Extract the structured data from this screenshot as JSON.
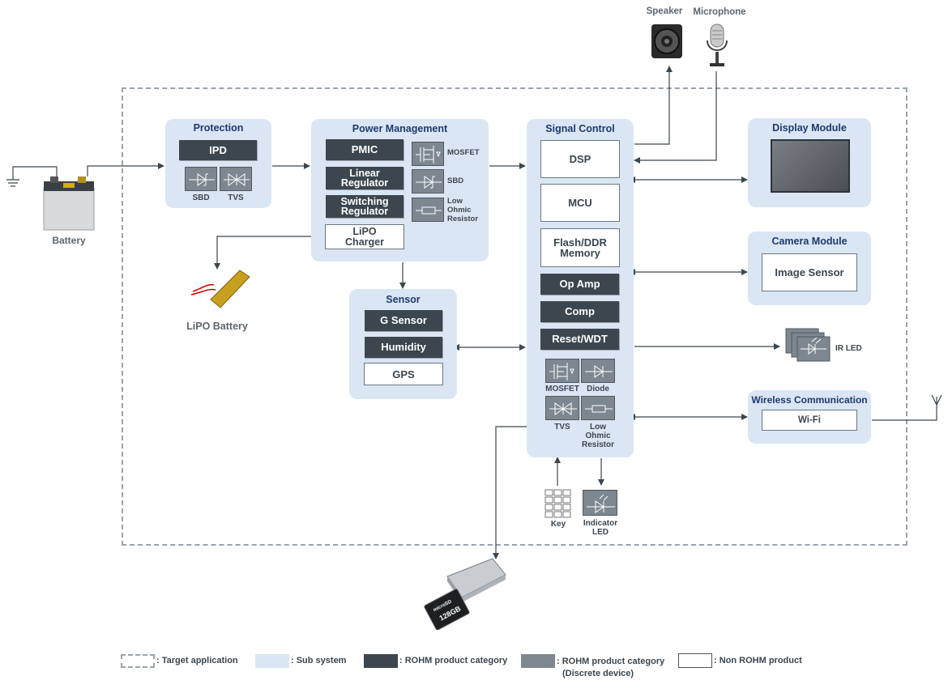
{
  "legend": {
    "target": ": Target application",
    "subsystem": ": Sub system",
    "rohm": ": ROHM product category",
    "rohm_discrete": ": ROHM product category",
    "rohm_discrete_sub": "(Discrete device)",
    "non_rohm": ": Non ROHM product"
  },
  "battery": "Battery",
  "lipo_battery": "LiPO Battery",
  "speaker": "Speaker",
  "microphone": "Microphone",
  "protection": {
    "title": "Protection",
    "ipd": "IPD",
    "sbd": "SBD",
    "tvs": "TVS"
  },
  "power": {
    "title": "Power Management",
    "pmic": "PMIC",
    "linear1": "Linear",
    "linear2": "Regulator",
    "switching1": "Switching",
    "switching2": "Regulator",
    "lipo1": "LiPO",
    "lipo2": "Charger",
    "mosfet": "MOSFET",
    "sbd": "SBD",
    "low": "Low",
    "ohmic": "Ohmic",
    "resistor": "Resistor"
  },
  "sensor": {
    "title": "Sensor",
    "g": "G Sensor",
    "humidity": "Humidity",
    "gps": "GPS"
  },
  "signal": {
    "title": "Signal Control",
    "dsp": "DSP",
    "mcu": "MCU",
    "flash1": "Flash/DDR",
    "flash2": "Memory",
    "opamp": "Op Amp",
    "comp": "Comp",
    "reset": "Reset/WDT",
    "mosfet": "MOSFET",
    "diode": "Diode",
    "tvs": "TVS",
    "low": "Low",
    "ohmic": "Ohmic",
    "resistor": "Resistor"
  },
  "display": {
    "title": "Display Module"
  },
  "camera": {
    "title": "Camera Module",
    "sensor": "Image Sensor"
  },
  "irled": "IR LED",
  "wireless": {
    "title": "Wireless Communication",
    "wifi": "Wi-Fi"
  },
  "key": "Key",
  "indicator1": "Indicator",
  "indicator2": "LED",
  "sdcard": {
    "brand": "microSD",
    "size": "128GB"
  }
}
